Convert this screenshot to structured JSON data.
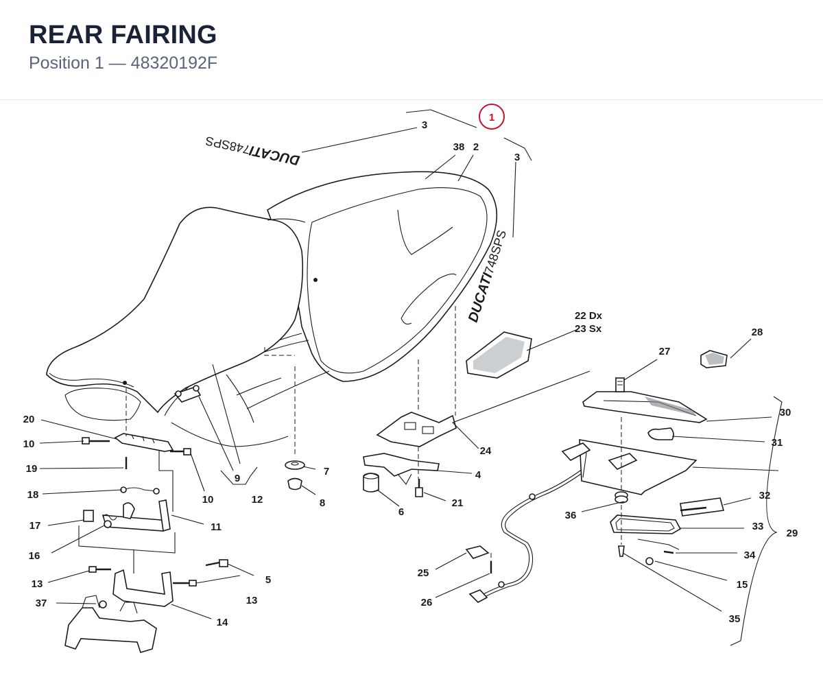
{
  "header": {
    "title": "REAR FAIRING",
    "subtitle": "Position 1 — 48320192F"
  },
  "diagram": {
    "highlight_color": "#c8102e",
    "highlighted_position": "1",
    "decals": {
      "brand": "DUCATI",
      "model": "748SPS"
    },
    "callouts": {
      "c1": "1",
      "c2": "2",
      "c3a": "3",
      "c3b": "3",
      "c4": "4",
      "c5": "5",
      "c6": "6",
      "c7": "7",
      "c8": "8",
      "c9": "9",
      "c10a": "10",
      "c10b": "10",
      "c11": "11",
      "c12": "12",
      "c13a": "13",
      "c13b": "13",
      "c14": "14",
      "c15": "15",
      "c16": "16",
      "c17": "17",
      "c18": "18",
      "c19": "19",
      "c20": "20",
      "c21": "21",
      "c22": "22 Dx",
      "c23": "23 Sx",
      "c24": "24",
      "c25": "25",
      "c26": "26",
      "c27": "27",
      "c28": "28",
      "c29": "29",
      "c30": "30",
      "c31": "31",
      "c32": "32",
      "c33": "33",
      "c34": "34",
      "c35": "35",
      "c36": "36",
      "c37": "37",
      "c38": "38"
    }
  }
}
